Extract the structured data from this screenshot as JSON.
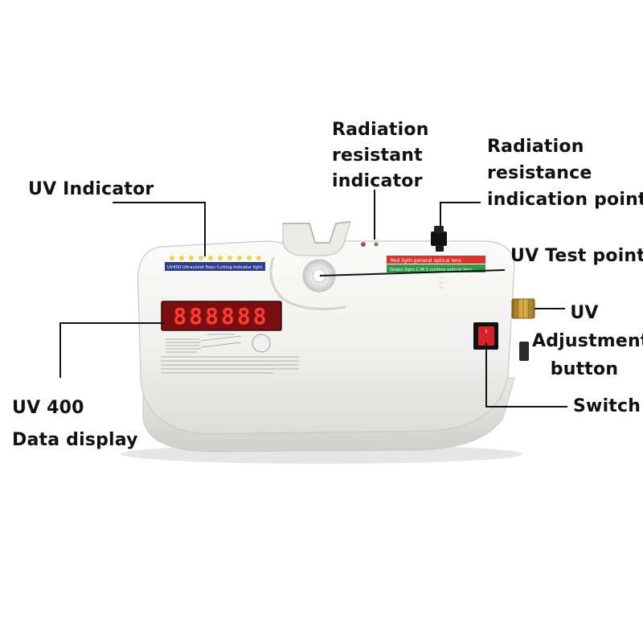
{
  "diagram": {
    "colors": {
      "body": "#f1f1ef",
      "display_bg": "#7a0f12",
      "digit": "#ff3b2f",
      "red_strip": "#d9332b",
      "green_strip": "#2e9a45",
      "switch": "#d8222a",
      "knob": "#c79a2a",
      "connector": "#111111"
    },
    "display": {
      "digits": "888888"
    },
    "panel_text": {
      "uv_strip": "UV400 Ultraviolet Rays Cutting Indicator light",
      "red_strip": "Red light-general optical lens",
      "green_strip": "Green light-C.M.1 cutting optical lens"
    },
    "labels": {
      "uv_indicator": "UV Indicator",
      "radiation_resistant_indicator": [
        "Radiation",
        "resistant",
        "indicator"
      ],
      "radiation_resistance_point": [
        "Radiation",
        "resistance",
        "indication point"
      ],
      "uv_test_point": "UV Test point",
      "uv_adjustment_button": [
        "UV",
        "Adjustment",
        "button"
      ],
      "switch": "Switch",
      "uv400_data_display": [
        "UV 400",
        "Data display"
      ]
    }
  }
}
